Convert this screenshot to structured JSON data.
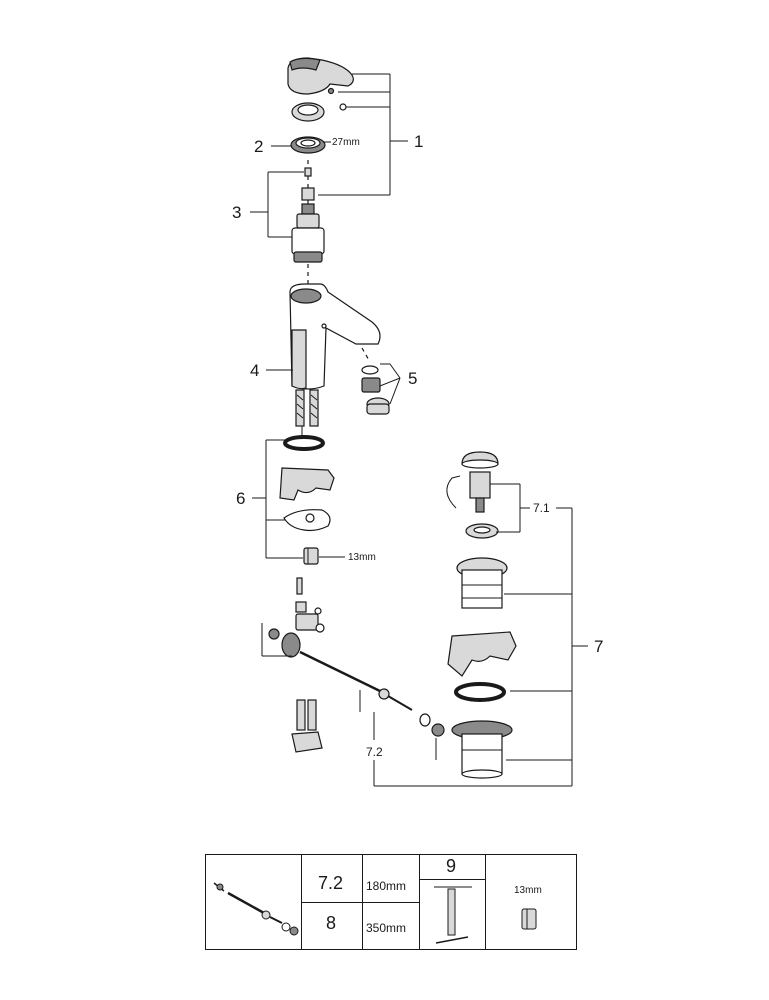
{
  "callouts": {
    "c1": "1",
    "c2": "2",
    "c3": "3",
    "c4": "4",
    "c5": "5",
    "c6": "6",
    "c7": "7",
    "c71": "7.1",
    "c72": "7.2"
  },
  "dimensions": {
    "nut_27": "27mm",
    "nut_13": "13mm"
  },
  "legend": {
    "row_a_num": "7.2",
    "row_a_len": "180mm",
    "row_b_num": "8",
    "row_b_len": "350mm",
    "tool_num": "9",
    "adapter_size": "13mm"
  }
}
